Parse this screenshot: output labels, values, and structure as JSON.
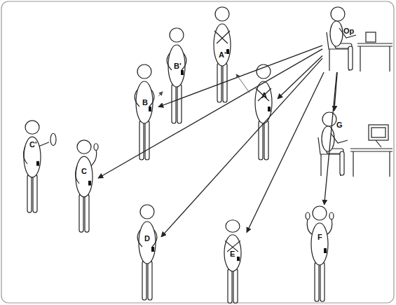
{
  "diagram": {
    "nodes": [
      {
        "text": [
          "Op"
        ]
      },
      {
        "text": [
          "A"
        ]
      },
      {
        "text": [
          "A'"
        ]
      },
      {
        "text": [
          "B"
        ]
      },
      {
        "text": [
          "B'"
        ]
      },
      {
        "text": [
          "C"
        ]
      },
      {
        "text": [
          "C'"
        ]
      },
      {
        "text": [
          "D"
        ]
      },
      {
        "text": [
          "E"
        ]
      },
      {
        "text": [
          "F"
        ]
      },
      {
        "text": [
          "G"
        ]
      }
    ],
    "edges": [
      {
        "from": 0,
        "to": 1,
        "arrow": "to"
      },
      {
        "from": 0,
        "to": 3,
        "arrow": "to"
      },
      {
        "from": 0,
        "to": 5,
        "arrow": "to"
      },
      {
        "from": 0,
        "to": 7,
        "arrow": "to"
      },
      {
        "from": 0,
        "to": 8,
        "arrow": "to"
      },
      {
        "from": 0,
        "to": 9,
        "arrow": "to"
      },
      {
        "from": 0,
        "to": 10,
        "arrow": "to"
      },
      {
        "from": 1,
        "to": 2,
        "arrow": "to"
      },
      {
        "from": 3,
        "to": 4,
        "arrow": "to"
      }
    ]
  }
}
